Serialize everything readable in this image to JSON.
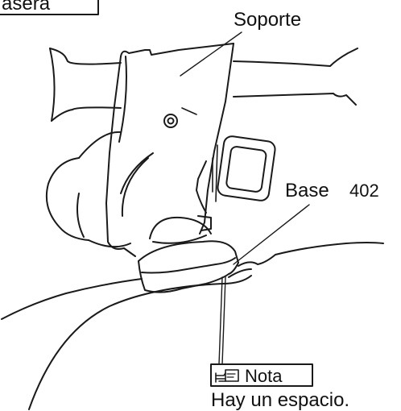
{
  "labels": {
    "rear_box": "asera",
    "bracket": "Soporte",
    "base": "Base",
    "base_code": "402",
    "note_icon": "hand-note-icon",
    "note_label": "Nota",
    "note_text": "Hay un espacio."
  },
  "colors": {
    "line": "#1a1a1a",
    "paper": "#ffffff"
  }
}
